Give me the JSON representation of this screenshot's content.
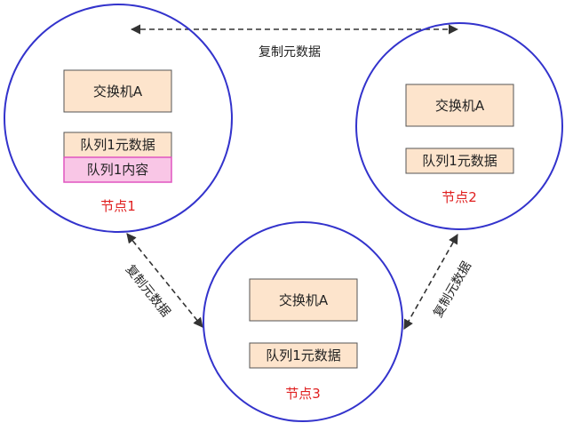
{
  "colors": {
    "circle_stroke": "#3333cc",
    "box_fill": "#fde4cc",
    "box_stroke": "#555555",
    "content_fill": "#f9c6e6",
    "content_stroke": "#e055c0",
    "node_label": "#e02020",
    "edge": "#333333"
  },
  "nodes": [
    {
      "label": "节点1",
      "exchange": "交换机A",
      "queue_meta": "队列1元数据",
      "queue_content": "队列1内容"
    },
    {
      "label": "节点2",
      "exchange": "交换机A",
      "queue_meta": "队列1元数据"
    },
    {
      "label": "节点3",
      "exchange": "交换机A",
      "queue_meta": "队列1元数据"
    }
  ],
  "edges": [
    {
      "label": "复制元数据"
    },
    {
      "label": "复制元数据"
    },
    {
      "label": "复制元数据"
    }
  ]
}
